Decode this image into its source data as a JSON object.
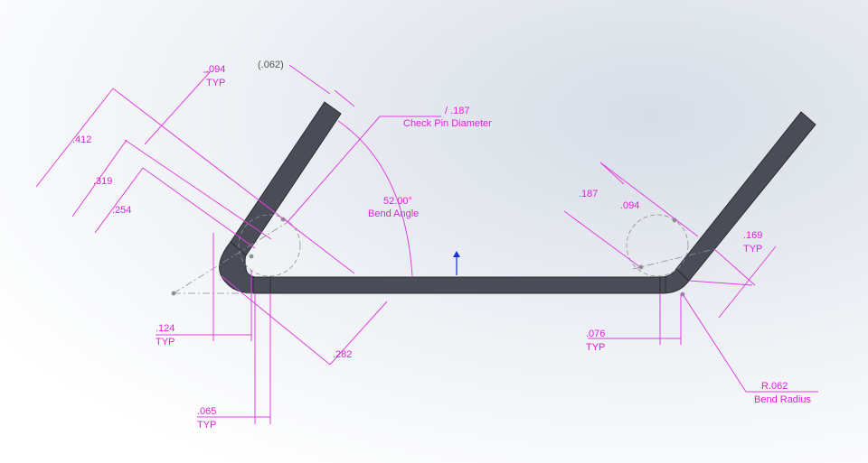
{
  "drawing": {
    "part_color": "#4a4d58",
    "dimension_color": "#e020e0",
    "background_color": "#ffffff",
    "dimensions": {
      "d_094_top": ".094",
      "d_094_top_typ": "TYP",
      "d_062_ref": "(.062)",
      "d_412": ".412",
      "d_319": ".319",
      "d_254": ".254",
      "check_pin_value": "/ .187",
      "check_pin_label": "Check Pin Diameter",
      "bend_angle_value": "52.00°",
      "bend_angle_label": "Bend Angle",
      "d_124": ".124",
      "d_124_typ": "TYP",
      "d_282": ".282",
      "d_065": ".065",
      "d_065_typ": "TYP",
      "d_187_right": ".187",
      "d_094_right": ".094",
      "d_169": ".169",
      "d_169_typ": "TYP",
      "d_076": ".076",
      "d_076_typ": "TYP",
      "bend_radius_value": "R.062",
      "bend_radius_label": "Bend Radius"
    }
  }
}
